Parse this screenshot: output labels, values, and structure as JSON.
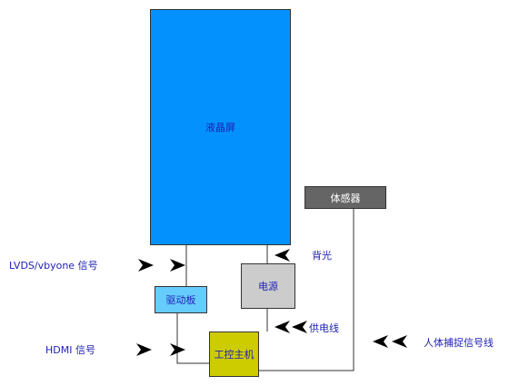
{
  "diagram": {
    "components": {
      "lcd": "液晶屏",
      "sensor": "体感器",
      "power": "电源",
      "driver": "驱动板",
      "host": "工控主机"
    },
    "labels": {
      "lvds_signal": "LVDS/vbyone 信号",
      "hdmi_signal": "HDMI 信号",
      "backlight": "背光",
      "power_line": "供电线",
      "body_signal_line": "人体捕捉信号线"
    },
    "colors": {
      "lcd": "#0392fd",
      "sensor": "#656565",
      "power": "#cccccc",
      "driver": "#66ccfe",
      "host": "#cccc00",
      "label_text": "#1f1fb4",
      "arrow": "#000000"
    },
    "icons": {
      "arrow": "chevron-arrow-icon"
    }
  }
}
